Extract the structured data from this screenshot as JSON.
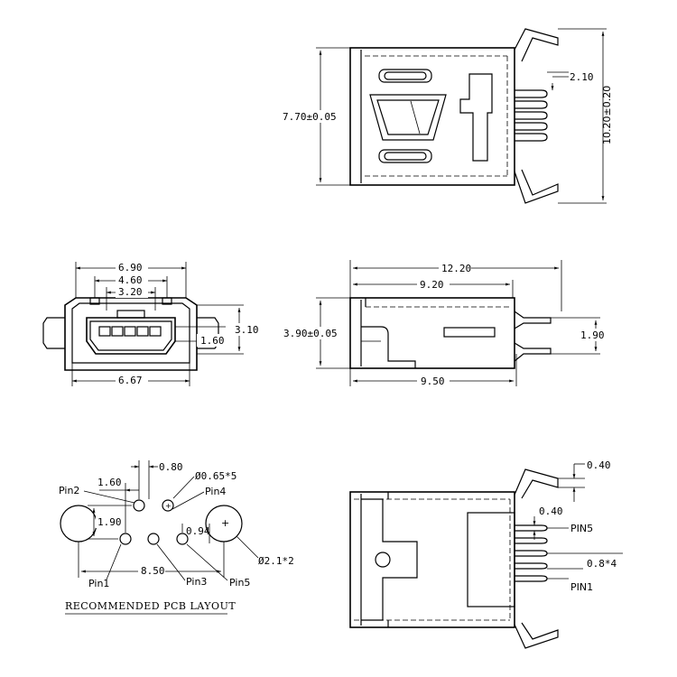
{
  "top_view": {
    "dim_height": "7.70±0.05",
    "dim_pin_pitch": "2.10",
    "dim_total_height": "10.20±0.20"
  },
  "front_view": {
    "dim_6_90": "6.90",
    "dim_4_60": "4.60",
    "dim_3_20": "3.20",
    "dim_3_10": "3.10",
    "dim_1_60": "1.60",
    "dim_6_67": "6.67"
  },
  "side_view": {
    "dim_12_20": "12.20",
    "dim_9_20": "9.20",
    "dim_3_90": "3.90±0.05",
    "dim_1_90": "1.90",
    "dim_9_50": "9.50"
  },
  "pcb_layout": {
    "dim_1_60": "1.60",
    "dim_0_80": "0.80",
    "dim_hole": "Ø0.65*5",
    "dim_1_90": "1.90",
    "dim_0_94": "0.94",
    "dim_8_50": "8.50",
    "dim_peg": "Ø2.1*2",
    "pin1": "Pin1",
    "pin2": "Pin2",
    "pin3": "Pin3",
    "pin4": "Pin4",
    "pin5": "Pin5",
    "title": "RECOMMENDED PCB LAYOUT"
  },
  "bottom_view": {
    "dim_0_40_a": "0.40",
    "dim_0_40_b": "0.40",
    "dim_pitch": "0.8*4",
    "pin5": "PIN5",
    "pin1": "PIN1"
  }
}
